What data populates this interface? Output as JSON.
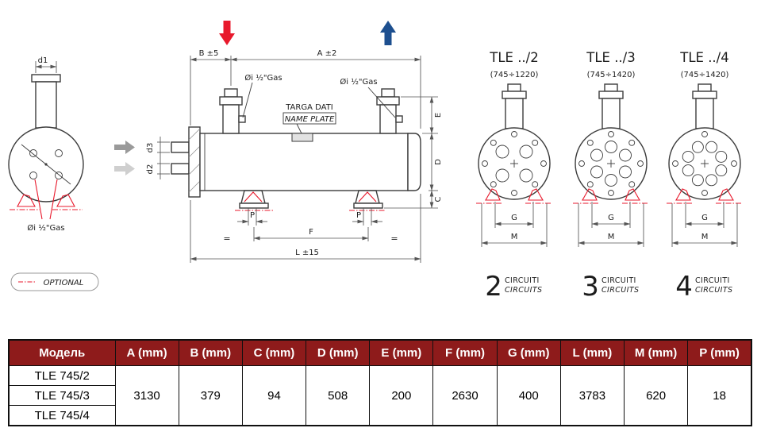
{
  "colors": {
    "red": "#e8192c",
    "blue": "#1d4f8f",
    "line": "#3c3c3c",
    "table_header_bg": "#8e1b1b"
  },
  "legend": {
    "optional": "OPTIONAL"
  },
  "left_view": {
    "d1": "d1",
    "gas": "Øi ½\"Gas"
  },
  "side_view": {
    "dim_b": "B ±5",
    "dim_a": "A ±2",
    "gas_left": "Øi ½\"Gas",
    "gas_right": "Øi ½\"Gas",
    "nameplate_line1": "TARGA DATI",
    "nameplate_line2": "NAME PLATE",
    "d3": "d3",
    "d2": "d2",
    "dim_e": "E",
    "dim_d": "D",
    "dim_c": "C",
    "dim_p_left": "P",
    "dim_p_right": "P",
    "dim_f": "F",
    "dim_l": "L ±15",
    "eq_left": "=",
    "eq_right": "="
  },
  "variants": [
    {
      "title": "TLE ../2",
      "range": "(745÷1220)",
      "dim_g": "G",
      "dim_m": "M",
      "count": "2",
      "label_top": "CIRCUITI",
      "label_bottom": "CIRCUITS"
    },
    {
      "title": "TLE ../3",
      "range": "(745÷1420)",
      "dim_g": "G",
      "dim_m": "M",
      "count": "3",
      "label_top": "CIRCUITI",
      "label_bottom": "CIRCUITS"
    },
    {
      "title": "TLE ../4",
      "range": "(745÷1420)",
      "dim_g": "G",
      "dim_m": "M",
      "count": "4",
      "label_top": "CIRCUITI",
      "label_bottom": "CIRCUITS"
    }
  ],
  "table": {
    "headers": [
      "Модель",
      "A (mm)",
      "B (mm)",
      "C (mm)",
      "D (mm)",
      "E (mm)",
      "F (mm)",
      "G (mm)",
      "L (mm)",
      "M (mm)",
      "P (mm)"
    ],
    "models": [
      "TLE 745/2",
      "TLE 745/3",
      "TLE 745/4"
    ],
    "values": [
      "3130",
      "379",
      "94",
      "508",
      "200",
      "2630",
      "400",
      "3783",
      "620",
      "18"
    ]
  }
}
